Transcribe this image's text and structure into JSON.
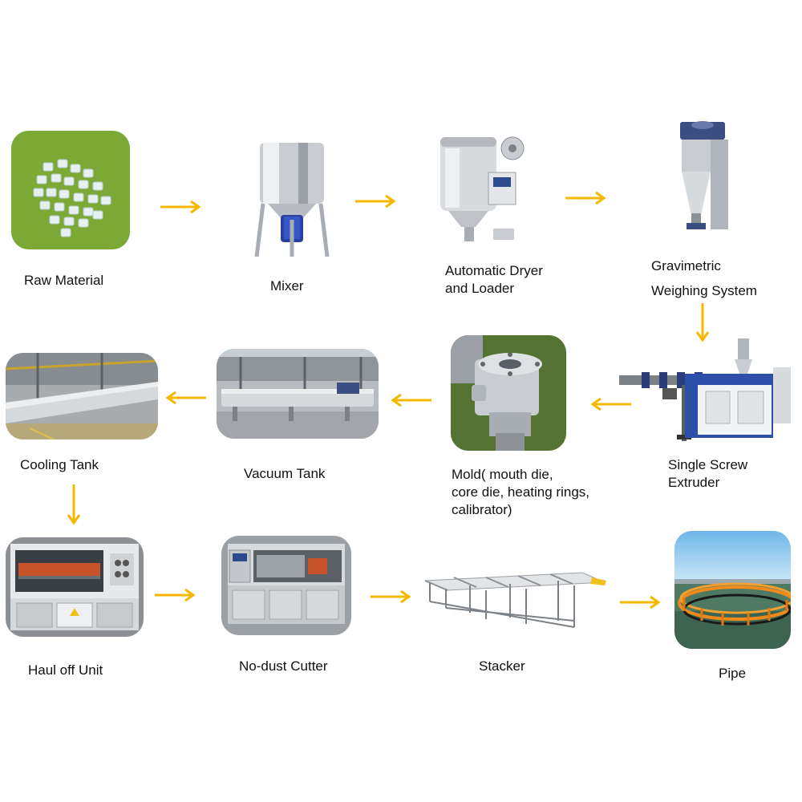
{
  "diagram": {
    "arrow_color": "#f5b800",
    "steps": [
      {
        "id": "raw-material",
        "label": [
          "Raw  Material"
        ],
        "icon": "plastic-pellets-photo"
      },
      {
        "id": "mixer",
        "label": [
          "Mixer"
        ],
        "icon": "mixer-machine-photo"
      },
      {
        "id": "dryer",
        "label": [
          "Automatic Dryer",
          "and Loader"
        ],
        "icon": "dryer-loader-photo"
      },
      {
        "id": "gravimetric",
        "label": [
          "Gravimetric",
          "Weighing System"
        ],
        "icon": "weighing-system-photo"
      },
      {
        "id": "extruder",
        "label": [
          "Single Screw",
          "Extruder"
        ],
        "icon": "extruder-photo"
      },
      {
        "id": "mold",
        "label": [
          "Mold( mouth die,",
          "core die, heating rings,",
          "calibrator)"
        ],
        "icon": "mold-photo"
      },
      {
        "id": "vacuum",
        "label": [
          "Vacuum Tank"
        ],
        "icon": "vacuum-tank-photo"
      },
      {
        "id": "cooling",
        "label": [
          "Cooling Tank"
        ],
        "icon": "cooling-tank-photo"
      },
      {
        "id": "haul-off",
        "label": [
          "Haul off Unit"
        ],
        "icon": "haul-off-photo"
      },
      {
        "id": "cutter",
        "label": [
          "No-dust Cutter"
        ],
        "icon": "cutter-photo"
      },
      {
        "id": "stacker",
        "label": [
          "Stacker"
        ],
        "icon": "stacker-photo"
      },
      {
        "id": "pipe",
        "label": [
          "Pipe"
        ],
        "icon": "pipe-photo"
      }
    ]
  }
}
